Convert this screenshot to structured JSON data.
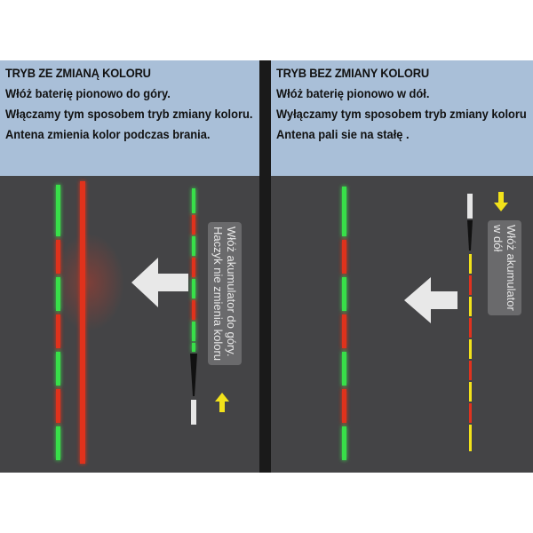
{
  "left": {
    "title": "TRYB ZE ZMIANĄ KOLORU",
    "lines": [
      "Włóż baterię pionowo do góry.",
      "Włączamy tym sposobem tryb zmiany koloru.",
      "Antena zmienia kolor podczas brania."
    ],
    "label_lines": [
      "Włóż akumulator do góry.",
      "Haczyk nie zmienia koloru"
    ]
  },
  "right": {
    "title": "TRYB BEZ ZMIANY KOLORU",
    "lines": [
      "Włóż baterię pionowo w dół.",
      "Wyłączamy tym sposobem tryb zmiany koloru",
      "Antena pali sie na stałę ."
    ],
    "label_lines": [
      "Włóż akumulator",
      "w dół"
    ]
  },
  "colors": {
    "panel_bg": "#444446",
    "header_bg": "#a9bfd8",
    "green": "#39e04a",
    "red": "#e0321f",
    "yellow": "#f2e21a",
    "arrow": "#e8e8e8"
  }
}
